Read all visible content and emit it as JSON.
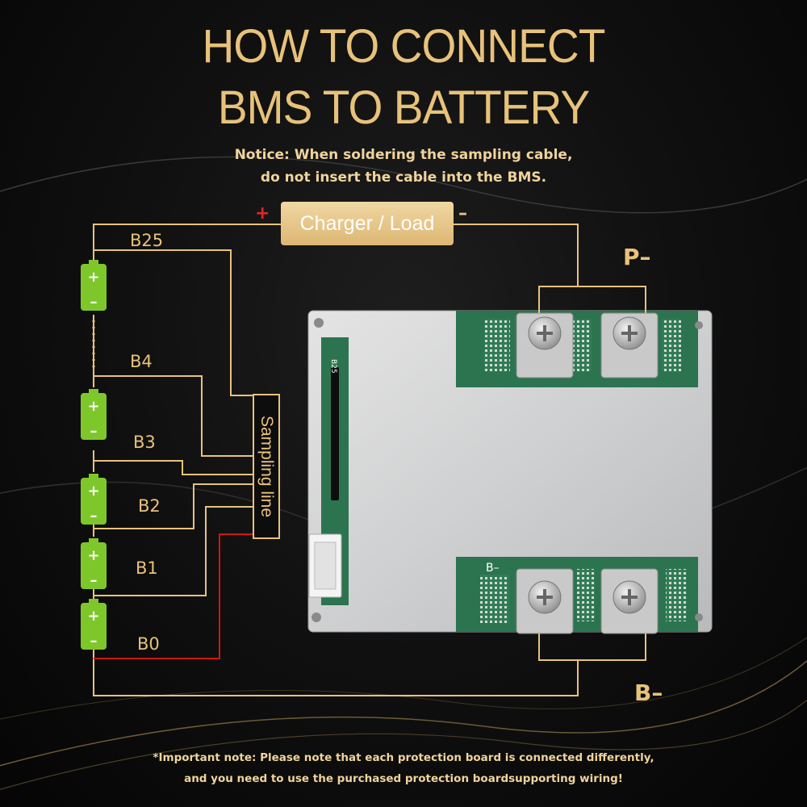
{
  "header": {
    "title_line1": "HOW TO CONNECT",
    "title_line2": "BMS TO BATTERY",
    "notice_line1": "Notice: When soldering the sampling cable,",
    "notice_line2": "do not insert the cable into the BMS."
  },
  "diagram": {
    "charger_label": "Charger / Load",
    "plus_sign": "+",
    "minus_sign": "–",
    "p_minus": "P–",
    "b_minus": "B–",
    "sampling_label": "Sampling line",
    "wire_labels": [
      "B25",
      "B4",
      "B3",
      "B2",
      "B1",
      "B0"
    ],
    "board_marks": {
      "b25": "B25",
      "b_minus_small": "B–"
    },
    "cell_plus": "+",
    "cell_minus": "–"
  },
  "colors": {
    "gold": "#e8c27a",
    "wire_red": "#d21414",
    "cell_green": "#7ec72a",
    "pcb_green": "#2f7d55"
  },
  "footer": {
    "line1": "*Important note: Please note that each protection board is connected differently,",
    "line2": "and you need to use the purchased protection boardsupporting wiring!"
  }
}
